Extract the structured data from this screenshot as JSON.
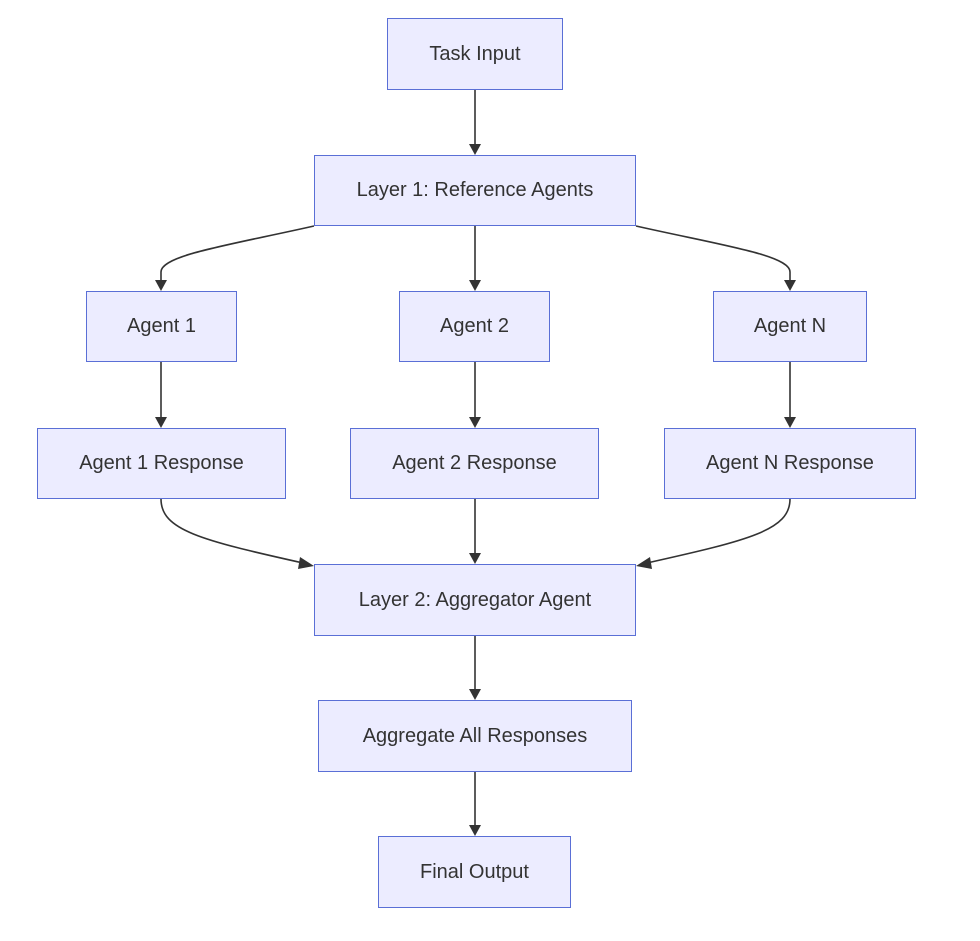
{
  "nodes": {
    "task_input": "Task Input",
    "layer1": "Layer 1: Reference Agents",
    "agent1": "Agent 1",
    "agent2": "Agent 2",
    "agentn": "Agent N",
    "agent1_response": "Agent 1 Response",
    "agent2_response": "Agent 2 Response",
    "agentn_response": "Agent N Response",
    "layer2": "Layer 2: Aggregator Agent",
    "aggregate": "Aggregate All Responses",
    "final_output": "Final Output"
  },
  "edges": [
    {
      "from": "task_input",
      "to": "layer1"
    },
    {
      "from": "layer1",
      "to": "agent1"
    },
    {
      "from": "layer1",
      "to": "agent2"
    },
    {
      "from": "layer1",
      "to": "agentn"
    },
    {
      "from": "agent1",
      "to": "agent1_response"
    },
    {
      "from": "agent2",
      "to": "agent2_response"
    },
    {
      "from": "agentn",
      "to": "agentn_response"
    },
    {
      "from": "agent1_response",
      "to": "layer2"
    },
    {
      "from": "agent2_response",
      "to": "layer2"
    },
    {
      "from": "agentn_response",
      "to": "layer2"
    },
    {
      "from": "layer2",
      "to": "aggregate"
    },
    {
      "from": "aggregate",
      "to": "final_output"
    }
  ],
  "colors": {
    "node_fill": "#ececff",
    "node_border": "#5a6fd6",
    "edge": "#333333",
    "text": "#333333",
    "background": "#ffffff"
  }
}
